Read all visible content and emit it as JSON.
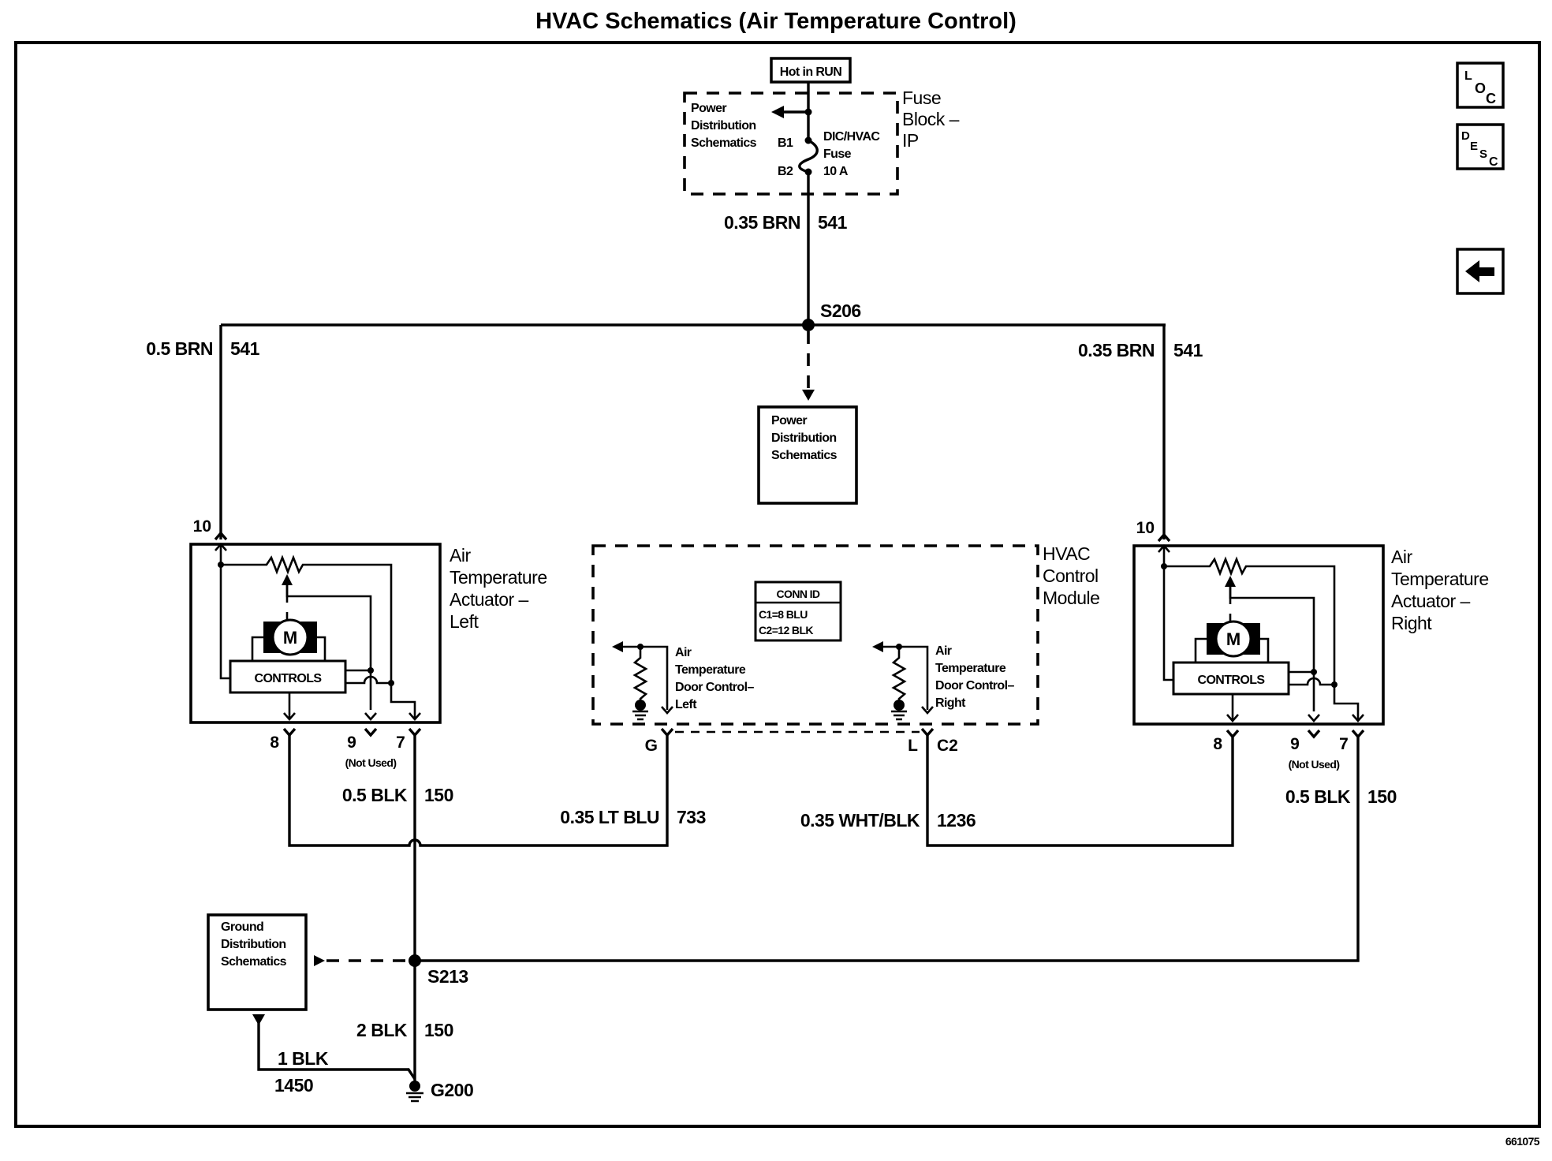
{
  "title": "HVAC Schematics (Air Temperature Control)",
  "figure_id": "661075",
  "nav": {
    "loc": {
      "letters": [
        "L",
        "O",
        "C"
      ]
    },
    "desc": {
      "letters": [
        "D",
        "E",
        "S",
        "C"
      ]
    },
    "back_icon": "left-arrow-icon"
  },
  "fuse_block": {
    "hot_label": "Hot in RUN",
    "name_lines": [
      "Fuse",
      "Block –",
      "IP"
    ],
    "ref_lines": [
      "Power",
      "Distribution",
      "Schematics"
    ],
    "terminal_top": "B1",
    "terminal_bottom": "B2",
    "fuse_lines": [
      "DIC/HVAC",
      "Fuse",
      "10 A"
    ]
  },
  "wires": {
    "main_feed": {
      "gauge_color": "0.35 BRN",
      "circuit": "541"
    },
    "left_feed": {
      "gauge_color": "0.5 BRN",
      "circuit": "541"
    },
    "right_feed": {
      "gauge_color": "0.35 BRN",
      "circuit": "541"
    },
    "left_ground": {
      "gauge_color": "0.5 BLK",
      "circuit": "150"
    },
    "right_ground": {
      "gauge_color": "0.5 BLK",
      "circuit": "150"
    },
    "left_signal": {
      "gauge_color": "0.35 LT BLU",
      "circuit": "733"
    },
    "right_signal": {
      "gauge_color": "0.35 WHT/BLK",
      "circuit": "1236"
    },
    "ground_trunk": {
      "gauge_color": "2 BLK",
      "circuit": "150"
    },
    "ground_ref": {
      "gauge_color": "1 BLK",
      "circuit": "1450"
    }
  },
  "splices": {
    "top": "S206",
    "bottom": "S213"
  },
  "ground_point": "G200",
  "power_dist_ref": {
    "lines": [
      "Power",
      "Distribution",
      "Schematics"
    ]
  },
  "ground_dist_ref": {
    "lines": [
      "Ground",
      "Distribution",
      "Schematics"
    ]
  },
  "actuator_left": {
    "name_lines": [
      "Air",
      "Temperature",
      "Actuator –",
      "Left"
    ],
    "controls_label": "CONTROLS",
    "motor_label": "M",
    "pins": {
      "power": "10",
      "signal": "8",
      "unused": "9",
      "ground": "7"
    },
    "unused_note": "(Not Used)"
  },
  "actuator_right": {
    "name_lines": [
      "Air",
      "Temperature",
      "Actuator –",
      "Right"
    ],
    "controls_label": "CONTROLS",
    "motor_label": "M",
    "pins": {
      "power": "10",
      "signal": "8",
      "unused": "9",
      "ground": "7"
    },
    "unused_note": "(Not Used)"
  },
  "hvac_module": {
    "name_lines": [
      "HVAC",
      "Control",
      "Module"
    ],
    "conn_id_header": "CONN ID",
    "conn_id_rows": [
      "C1=8 BLU",
      "C2=12 BLK"
    ],
    "left_control_lines": [
      "Air",
      "Temperature",
      "Door Control–",
      "Left"
    ],
    "right_control_lines": [
      "Air",
      "Temperature",
      "Door Control–",
      "Right"
    ],
    "pin_left": "G",
    "pin_right": "L",
    "connector": "C2"
  }
}
